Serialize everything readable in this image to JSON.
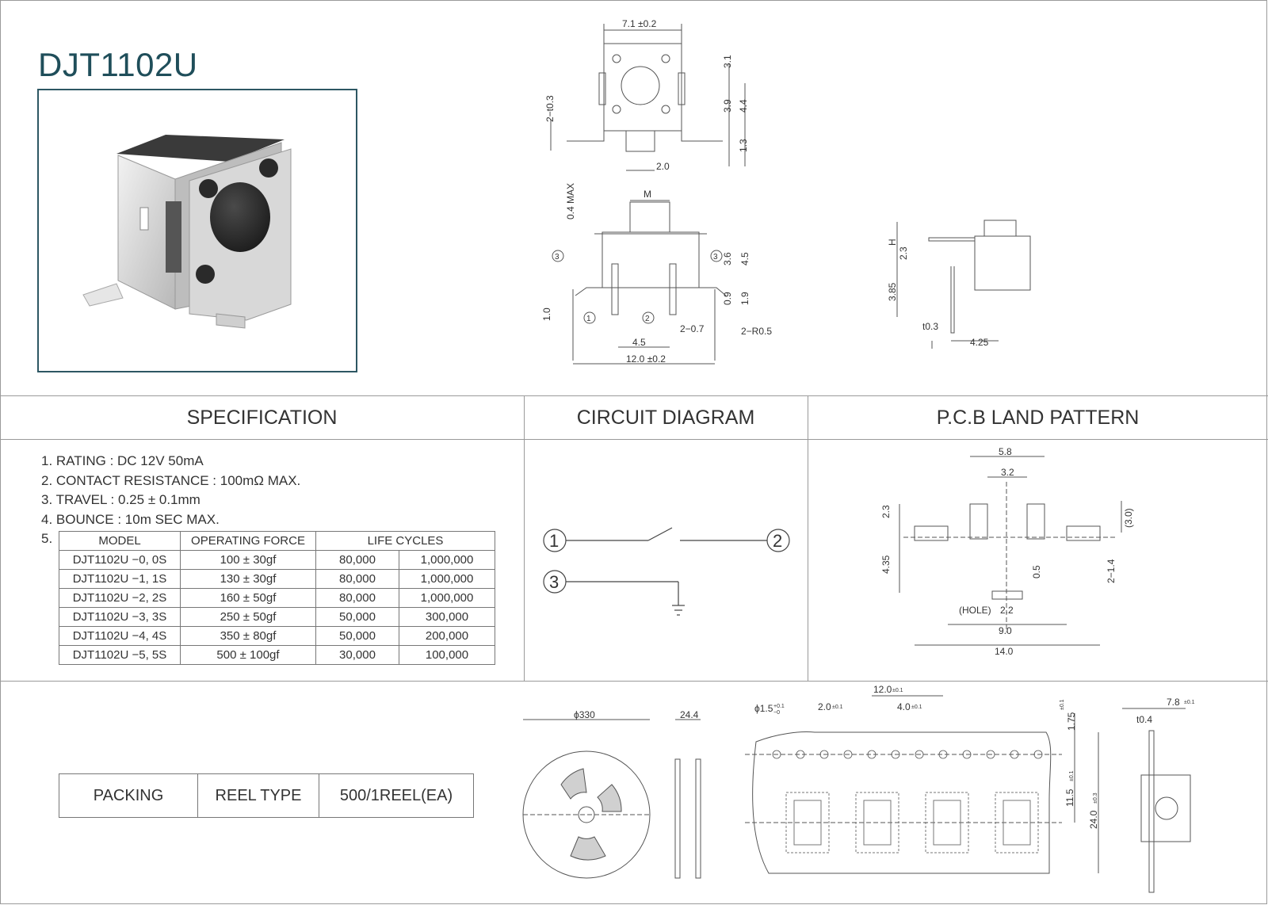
{
  "product": {
    "title": "DJT1102U"
  },
  "drawing_top": {
    "width_label": "7.1 ±0.2",
    "dim_31": "3.1",
    "dim_39": "3.9",
    "dim_44": "4.4",
    "dim_13": "1.3",
    "dim_20": "2.0",
    "dim_2t03": "2−t0.3"
  },
  "drawing_front": {
    "max04": "0.4 MAX",
    "m": "M",
    "dim_36": "3.6",
    "dim_45h": "4.5",
    "dim_09": "0.9",
    "dim_19": "1.9",
    "dim_10": "1.0",
    "dim_2_07": "2−0.7",
    "dim_2_r05": "2−R0.5",
    "dim_45w": "4.5",
    "width_label": "12.0 ±0.2",
    "pin1": "1",
    "pin2": "2",
    "pin3": "3"
  },
  "drawing_side": {
    "h": "H",
    "dim_23": "2.3",
    "dim_385": "3.85",
    "t03": "t0.3",
    "dim_425": "4.25"
  },
  "sections": {
    "specification": "SPECIFICATION",
    "circuit": "CIRCUIT DIAGRAM",
    "pcb": "P.C.B LAND PATTERN"
  },
  "spec_items": [
    "1. RATING : DC 12V 50mA",
    "2. CONTACT RESISTANCE : 100mΩ  MAX.",
    "3. TRAVEL : 0.25 ± 0.1mm",
    "4. BOUNCE : 10m SEC MAX.",
    "5."
  ],
  "spec_table": {
    "headers": [
      "MODEL",
      "OPERATING FORCE",
      "LIFE CYCLES"
    ],
    "rows": [
      [
        "DJT1102U −0, 0S",
        "100  ±  30gf",
        "80,000",
        "1,000,000"
      ],
      [
        "DJT1102U −1, 1S",
        "130  ±  30gf",
        "80,000",
        "1,000,000"
      ],
      [
        "DJT1102U −2, 2S",
        "160  ±  50gf",
        "80,000",
        "1,000,000"
      ],
      [
        "DJT1102U −3, 3S",
        "250  ±  50gf",
        "50,000",
        "300,000"
      ],
      [
        "DJT1102U −4, 4S",
        "350  ±  80gf",
        "50,000",
        "200,000"
      ],
      [
        "DJT1102U −5, 5S",
        "500  ±  100gf",
        "30,000",
        "100,000"
      ]
    ]
  },
  "circuit": {
    "p1": "1",
    "p2": "2",
    "p3": "3"
  },
  "pcb": {
    "d58": "5.8",
    "d32": "3.2",
    "d23": "2.3",
    "d30": "(3.0)",
    "d435": "4.35",
    "d05": "0.5",
    "d214": "2−1.4",
    "hole": "(HOLE)",
    "d22": "2.2",
    "d90": "9.0",
    "d140": "14.0"
  },
  "packing": {
    "label": "PACKING",
    "type": "REEL TYPE",
    "qty": "500/1REEL(EA)"
  },
  "reel": {
    "dia": "ϕ330",
    "w": "24.4",
    "hole": "ϕ1.5",
    "p12": "12.0",
    "p2": "2.0",
    "p4": "4.0",
    "d175": "1.75",
    "d115": "11.5",
    "d240": "24.0",
    "d78": "7.8",
    "t04": "t0.4",
    "tol01": "±0.1",
    "tol03": "±0.3",
    "tol_hole_up": "+0.1",
    "tol_hole_dn": "−0"
  }
}
